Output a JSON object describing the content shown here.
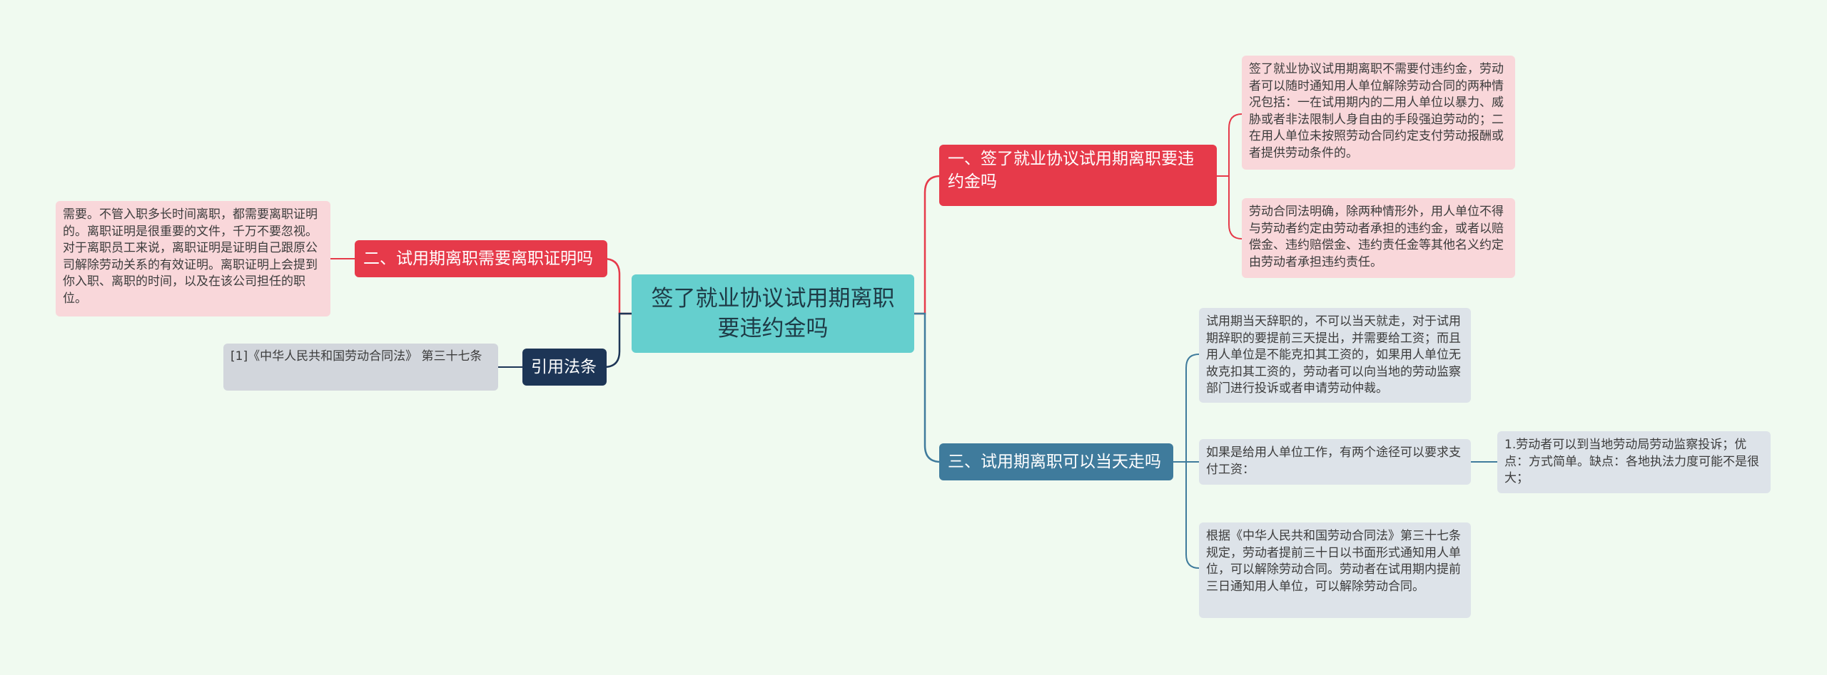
{
  "root": {
    "title": "签了就业协议试用期离职要违约金吗"
  },
  "branch1": {
    "title": "一、签了就业协议试用期离职要违约金吗",
    "leaves": [
      "签了就业协议试用期离职不需要付违约金，劳动者可以随时通知用人单位解除劳动合同的两种情况包括：一在试用期内的二用人单位以暴力、威胁或者非法限制人身自由的手段强迫劳动的；二在用人单位未按照劳动合同约定支付劳动报酬或者提供劳动条件的。",
      "劳动合同法明确，除两种情形外，用人单位不得与劳动者约定由劳动者承担的违约金，或者以赔偿金、违约赔偿金、违约责任金等其他名义约定由劳动者承担违约责任。"
    ]
  },
  "branch2": {
    "title": "二、试用期离职需要离职证明吗",
    "leaves": [
      "需要。不管入职多长时间离职，都需要离职证明的。离职证明是很重要的文件，千万不要忽视。对于离职员工来说，离职证明是证明自己跟原公司解除劳动关系的有效证明。离职证明上会提到你入职、离职的时间，以及在该公司担任的职位。"
    ]
  },
  "branch3": {
    "title": "三、试用期离职可以当天走吗",
    "leaves": [
      "试用期当天辞职的，不可以当天就走，对于试用期辞职的要提前三天提出，并需要给工资；而且用人单位是不能克扣其工资的，如果用人单位无故克扣其工资的，劳动者可以向当地的劳动监察部门进行投诉或者申请劳动仲裁。",
      "如果是给用人单位工作，有两个途径可以要求支付工资：",
      "根据《中华人民共和国劳动合同法》第三十七条规定，劳动者提前三十日以书面形式通知用人单位，可以解除劳动合同。劳动者在试用期内提前三日通知用人单位，可以解除劳动合同。"
    ],
    "subleaf": "1.劳动者可以到当地劳动局劳动监察投诉；优点：方式简单。缺点：各地执法力度可能不是很大；"
  },
  "branch4": {
    "title": "引用法条",
    "leaves": [
      "[1]《中华人民共和国劳动合同法》 第三十七条"
    ]
  },
  "colors": {
    "background": "#f0faf0",
    "root": "#65cfce",
    "red": "#e63a4a",
    "blue": "#3f7b9c",
    "navy": "#1d3556",
    "pink_leaf": "#f9d7da",
    "gray_leaf": "#dde3e9"
  }
}
